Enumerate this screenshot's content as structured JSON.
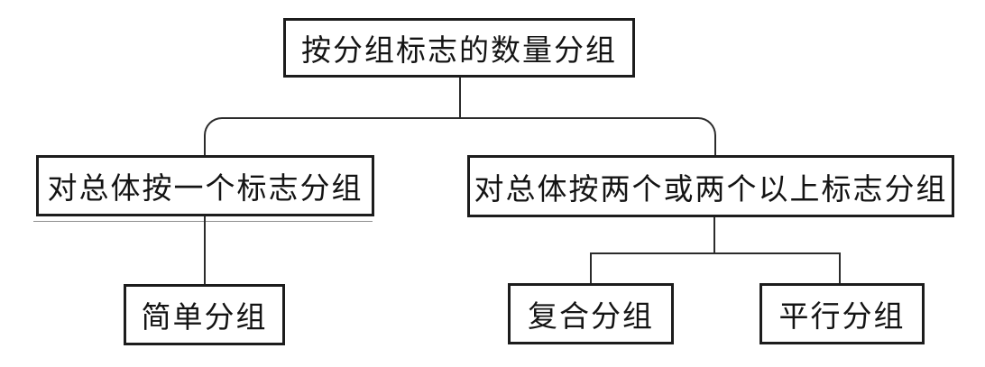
{
  "diagram": {
    "title": "按分组标志的数量分组",
    "type": "tree",
    "colors": {
      "background": "#ffffff",
      "box_border": "#1c1c1c",
      "connector_line": "#2b2b2b",
      "text": "#141414"
    },
    "nodes": {
      "root": {
        "label": "按分组标志的数量分组",
        "level": 1
      },
      "one": {
        "label": "对总体按一个标志分组",
        "level": 2,
        "parent": "root"
      },
      "multi": {
        "label": "对总体按两个或两个以上标志分组",
        "level": 2,
        "parent": "root"
      },
      "simple": {
        "label": "简单分组",
        "level": 3,
        "parent": "one"
      },
      "compound": {
        "label": "复合分组",
        "level": 3,
        "parent": "multi"
      },
      "parallel": {
        "label": "平行分组",
        "level": 3,
        "parent": "multi"
      }
    }
  }
}
